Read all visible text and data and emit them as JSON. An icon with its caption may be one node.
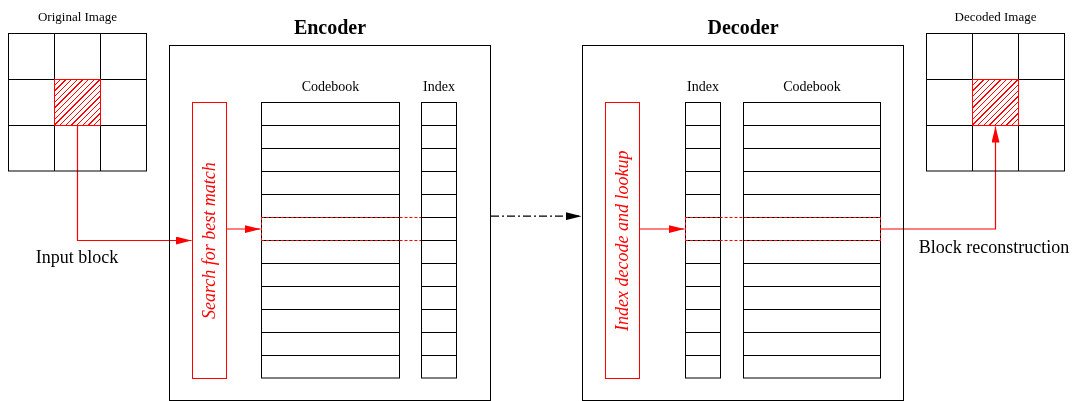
{
  "diagram": {
    "nodes": [
      {
        "text": [
          "Original Image"
        ]
      },
      {
        "text": [],
        "shape": "box",
        "in": 0
      },
      {
        "text": [
          "Encoder"
        ]
      },
      {
        "text": [
          "Search for best match"
        ],
        "in": 2
      },
      {
        "text": [
          "Codebook"
        ],
        "in": 2
      },
      {
        "text": [],
        "shape": "box",
        "in": 2
      },
      {
        "text": [
          "Index"
        ],
        "in": 2
      },
      {
        "text": [
          "Decoder"
        ]
      },
      {
        "text": [
          "Index decode and lookup"
        ],
        "in": 7
      },
      {
        "text": [
          "Index"
        ],
        "in": 7
      },
      {
        "text": [
          "Codebook"
        ],
        "in": 7
      },
      {
        "text": [],
        "shape": "box",
        "in": 7
      },
      {
        "text": [
          "Decoded Image"
        ]
      },
      {
        "text": [],
        "shape": "box",
        "in": 12
      }
    ],
    "edges": [
      {
        "from": 1,
        "to": 3,
        "arrow": "to",
        "label": "Input block"
      },
      {
        "from": 3,
        "to": 5,
        "arrow": "to"
      },
      {
        "from": 2,
        "to": 7,
        "arrow": "to",
        "style": "dashed",
        "color": "#000000"
      },
      {
        "from": 8,
        "to": 11,
        "arrow": "to"
      },
      {
        "from": 11,
        "to": 13,
        "arrow": "to",
        "label": "Block reconstruction"
      }
    ]
  }
}
